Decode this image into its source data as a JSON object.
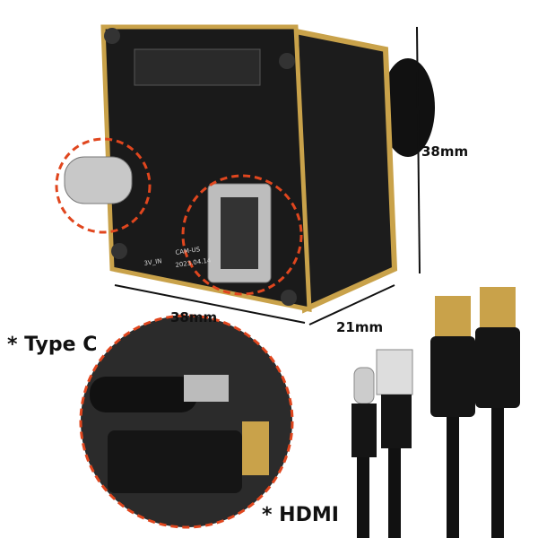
{
  "dimensions": {
    "height": "38mm",
    "width": "38mm",
    "depth": "21mm"
  },
  "callouts": {
    "type_c": "* Type C",
    "hdmi": "* HDMI"
  },
  "board_silkscreen": {
    "voltage": "3V_IN",
    "date": "2023.04.14",
    "model": "CAM-US"
  },
  "colors": {
    "pcb": "#1a1a1a",
    "frame": "#c9a24a",
    "highlight_circle": "#e0461e"
  }
}
